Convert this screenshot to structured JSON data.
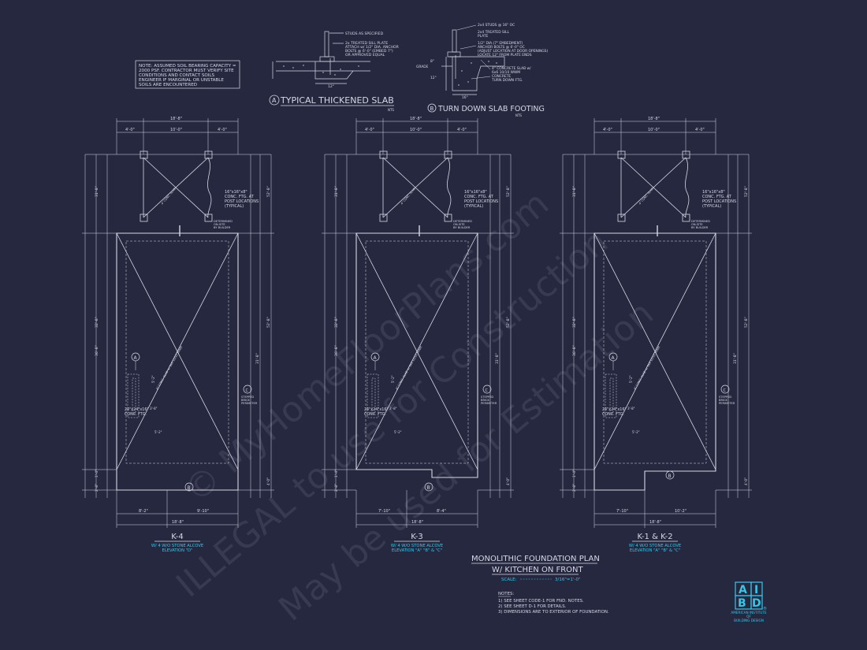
{
  "colors": {
    "background": "#262840",
    "line": "#d6d8e4",
    "cyan": "#33c8e8",
    "watermark": "#4a4c64"
  },
  "note_box": [
    "NOTE: ASSUMED SOIL BEARING CAPACITY =",
    "2000 PSF. CONTRACTOR MUST VERIFY SITE",
    "CONDITIONS AND CONTACT SOILS",
    "ENGINEER IF MARGINAL OR UNSTABLE",
    "SOILS ARE ENCOUNTERED"
  ],
  "detail_a": {
    "marker": "A",
    "title": "TYPICAL THICKENED SLAB",
    "scale": "NTS",
    "callouts": [
      "STUDS AS SPECIFIED",
      "2x TREATED SILL PLATE",
      "ATTACH w/ 1/2\" DIA. ANCHOR",
      "BOLTS @ 6'-0\" (EMBED 7\")",
      "OR APPROVED EQUAL"
    ],
    "dim": "12\""
  },
  "detail_b": {
    "marker": "B",
    "title": "TURN DOWN SLAB FOOTING",
    "scale": "NTS",
    "callouts": [
      "2x4 STUDS @ 16\" OC",
      "2x4 TREATED SILL",
      "PLATE",
      "1/2\" DIA.(7\" EMBEDMENT)",
      "ANCHOR BOLTS @ 6'-0\" OC",
      "(ADJUST LOCATION AT DOOR OPENINGS)",
      "LOCATE 12\" FROM PLATE ENDS",
      "4\" CONCRETE SLAB w/",
      "6x6 10/10 WWM",
      "CONCRETE",
      "TURN DOWN FTG."
    ],
    "grade": "GRADE",
    "dims": [
      "8\"",
      "12\"",
      "16\""
    ]
  },
  "plan_labels": {
    "post_note": [
      "16\"x16\"x8\"",
      "CONC. FTG. AT",
      "POST LOCATIONS",
      "(TYPICAL)"
    ],
    "determined": [
      "DETERMINED",
      "ON-SITE",
      "BY BUILDER"
    ],
    "stepped": [
      "STEPPED",
      "BRICK",
      "PERIMETER"
    ],
    "pier_ftg": [
      "24\"x24\"x16\"",
      "CONC. FTG."
    ],
    "slab_diag": "4\" CONC. SLAB w/ 6x6 10/10 WWM",
    "porch_diag": "4\" CONC. SLAB",
    "bubble_a": "A",
    "bubble_b": "B",
    "bubble_c": "C"
  },
  "plans": [
    {
      "name": "K-4",
      "sub1": "W/ 4 W/O STONE ALCOVE",
      "sub2": "ELEVATION \"D\"",
      "top_dims": {
        "overall": "18'-8\"",
        "left": "4'-0\"",
        "mid": "10'-0\"",
        "right": "4'-0\""
      },
      "bot_dims": {
        "overall": "18'-8\"",
        "left": "8'-2\"",
        "right": "9'-10\""
      },
      "left_dims": [
        "31'-8\"",
        "32'-8\"",
        "36'-8\"",
        "1'-4\"",
        "2'-8\""
      ],
      "right_dims": [
        "52'-8\"",
        "31'-8\"",
        "4'-0\""
      ],
      "inner_dims": [
        "5'-2\"",
        "3'-8\"",
        "5'-2\""
      ]
    },
    {
      "name": "K-3",
      "sub1": "W/ 4 W/O STONE ALCOVE",
      "sub2": "ELEVATION \"A\" \"B\" & \"C\"",
      "top_dims": {
        "overall": "18'-8\"",
        "left": "4'-0\"",
        "mid": "10'-0\"",
        "right": "4'-0\""
      },
      "bot_dims": {
        "overall": "18'-8\"",
        "left": "7'-10\"",
        "right": "8'-4\""
      },
      "left_dims": [
        "31'-8\"",
        "32'-8\"",
        "36'-8\"",
        "1'-4\"",
        "2'-8\""
      ],
      "right_dims": [
        "52'-8\"",
        "31'-8\"",
        "4'-0\""
      ],
      "inner_dims": [
        "5'-2\"",
        "3'-8\"",
        "5'-2\""
      ]
    },
    {
      "name": "K-1 & K-2",
      "sub1": "W/ 4 W/O STONE ALCOVE",
      "sub2": "ELEVATION \"A\" \"B\" & \"C\"",
      "top_dims": {
        "overall": "18'-8\"",
        "left": "4'-0\"",
        "mid": "10'-0\"",
        "right": "4'-0\""
      },
      "bot_dims": {
        "overall": "18'-8\"",
        "left": "7'-10\"",
        "right": "10'-2\""
      },
      "left_dims": [
        "31'-8\"",
        "32'-8\"",
        "36'-8\"",
        "1'-4\"",
        "2'-8\""
      ],
      "right_dims": [
        "52'-8\"",
        "31'-8\"",
        "4'-0\""
      ],
      "inner_dims": [
        "5'-2\"",
        "3'-8\"",
        "5'-2\""
      ]
    }
  ],
  "title_block": {
    "line1": "MONOLITHIC FOUNDATION PLAN",
    "line2": "W/ KITCHEN ON FRONT",
    "scale_label": "SCALE:",
    "scale_value": "3/16\"=1'-0\""
  },
  "notes": {
    "heading": "NOTES:",
    "items": [
      "1) SEE SHEET CODE-1 FOR FND. NOTES.",
      "2) SEE SHEET D-1 FOR DETAILS.",
      "3) DIMENSIONS ARE TO EXTERIOR OF FOUNDATION."
    ]
  },
  "logo": {
    "cells": [
      "A",
      "I",
      "B",
      "D"
    ],
    "line1": "AMERICAN INSTITUTE",
    "line2": "OF",
    "line3": "BUILDING DESIGN",
    "mark": "®"
  },
  "watermark": [
    "© MyHomeFloorPlans.com",
    "ILLEGAL to use for Construction",
    "May be used for Estimation"
  ]
}
